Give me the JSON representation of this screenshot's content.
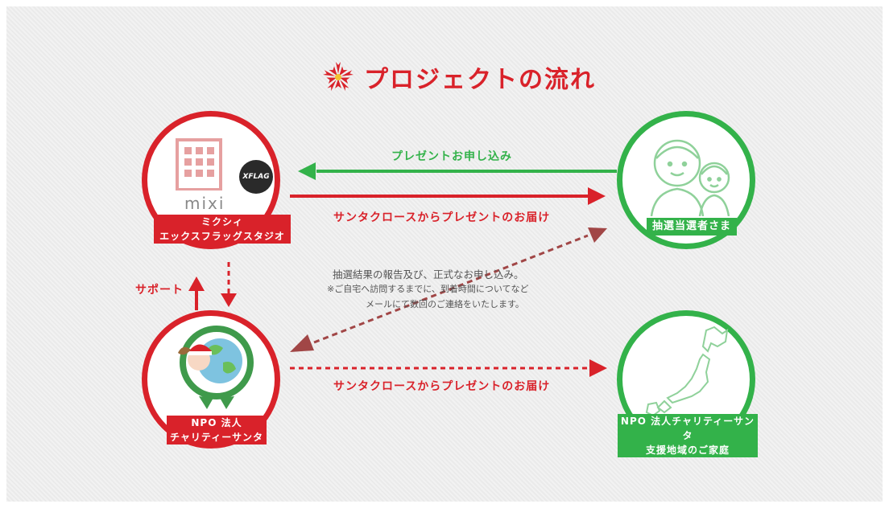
{
  "title": "プロジェクトの流れ",
  "colors": {
    "red": "#d9222a",
    "green": "#33b24a",
    "darkred": "#a14646",
    "background": "#eeeeee"
  },
  "nodes": {
    "mixi": {
      "logo_text": "mixi",
      "badge_text": "XFLAG",
      "label_line1": "ミクシィ",
      "label_line2": "エックスフラッグスタジオ",
      "icons": [
        "building-icon",
        "xflag-logo-icon"
      ]
    },
    "winners": {
      "label": "抽選当選者さま",
      "icons": [
        "parent-child-icon"
      ]
    },
    "npo": {
      "label_line1": "NPO 法人",
      "label_line2": "チャリティーサンタ",
      "icons": [
        "santa-globe-wreath-icon"
      ]
    },
    "families": {
      "label_line1": "NPO 法人チャリティーサンタ",
      "label_line2": "支援地域のご家庭",
      "icons": [
        "japan-map-icon"
      ]
    }
  },
  "arrows": {
    "apply": "プレゼントお申し込み",
    "deliver_top": "サンタクロースからプレゼントのお届け",
    "deliver_bottom": "サンタクロースからプレゼントのお届け",
    "support": "サポート",
    "report_line1": "抽選結果の報告及び、正式なお申し込み。",
    "report_line2": "※ご自宅へ訪問するまでに、到着時間についてなど",
    "report_line3": "メールにて数回のご連絡をいたします。"
  }
}
